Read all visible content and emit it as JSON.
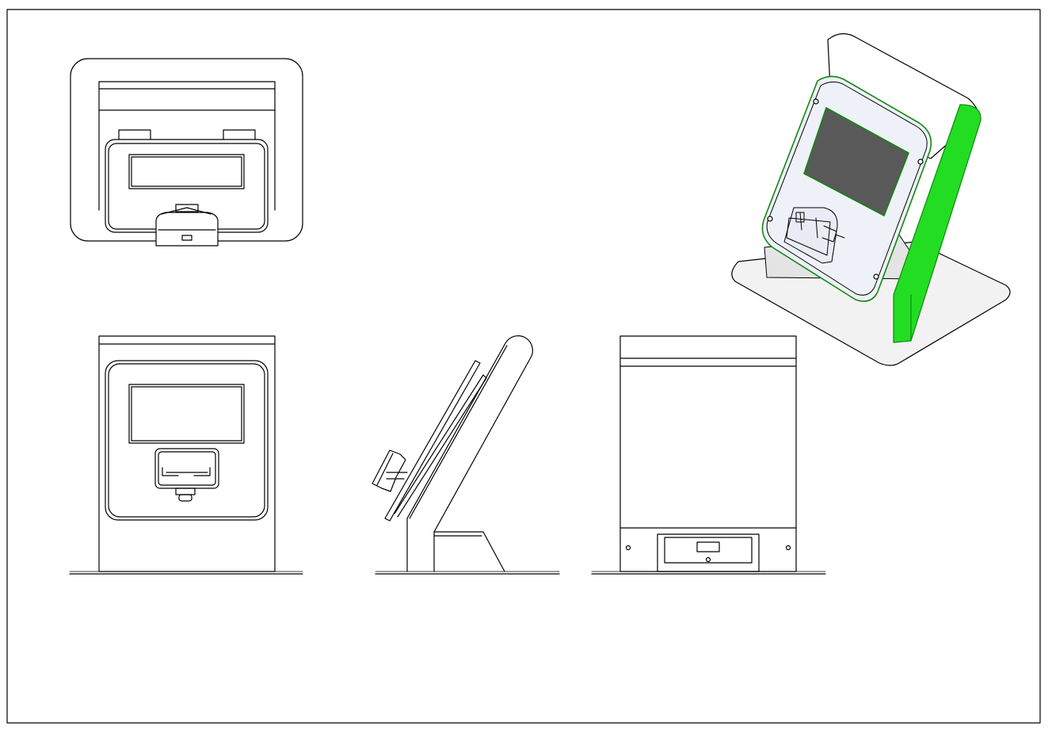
{
  "drawing": {
    "views": [
      {
        "id": "top-view",
        "kind": "orthographic"
      },
      {
        "id": "front-view",
        "kind": "orthographic"
      },
      {
        "id": "side-view",
        "kind": "orthographic"
      },
      {
        "id": "back-view",
        "kind": "orthographic"
      },
      {
        "id": "isometric-view",
        "kind": "isometric"
      }
    ]
  },
  "colors": {
    "line": "#000000",
    "paper": "#ffffff",
    "screen": "#595959",
    "accent_green": "#22dd22",
    "edge_green": "#118811",
    "light_fill": "#f2f2f2",
    "mid_fill": "#e4e4e4",
    "panel_tint": "#eef2f8"
  }
}
